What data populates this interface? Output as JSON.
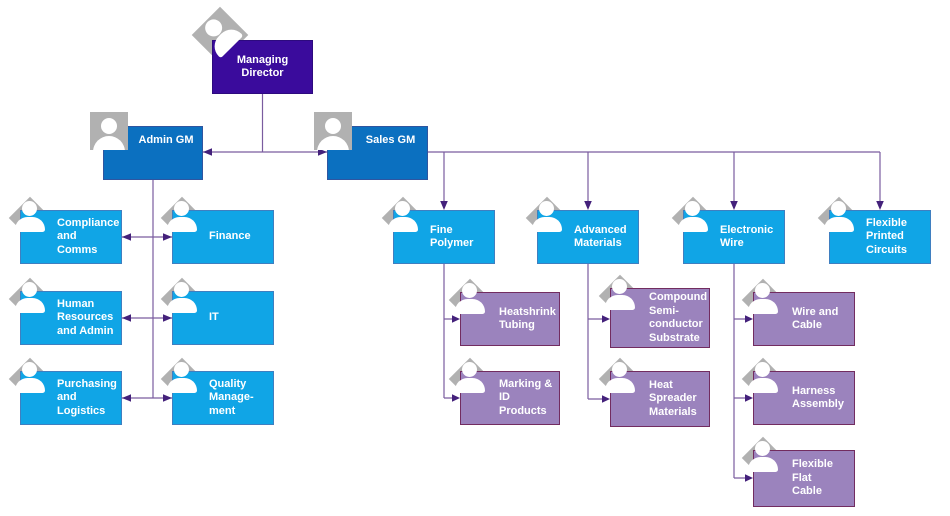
{
  "chart": {
    "type": "org-chart",
    "root": {
      "label": "Managing\nDirector",
      "children": [
        {
          "label": "Admin GM",
          "children": [
            {
              "label": "Compliance\nand\nComms"
            },
            {
              "label": "Finance"
            },
            {
              "label": "Human\nResources\nand Admin"
            },
            {
              "label": "IT"
            },
            {
              "label": "Purchasing\nand\nLogistics"
            },
            {
              "label": "Quality\nManage-\nment"
            }
          ]
        },
        {
          "label": "Sales GM",
          "children": [
            {
              "label": "Fine\nPolymer",
              "children": [
                {
                  "label": "Heatshrink\nTubing"
                },
                {
                  "label": "Marking &\nID Products"
                }
              ]
            },
            {
              "label": "Advanced\nMaterials",
              "children": [
                {
                  "label": "Compound\nSemi-\nconductor\nSubstrate"
                },
                {
                  "label": "Heat\nSpreader\nMaterials"
                }
              ]
            },
            {
              "label": "Electronic\nWire",
              "children": [
                {
                  "label": "Wire and\nCable"
                },
                {
                  "label": "Harness\nAssembly"
                },
                {
                  "label": "Flexible\nFlat\nCable"
                }
              ]
            },
            {
              "label": "Flexible\nPrinted\nCircuits"
            }
          ]
        }
      ]
    }
  },
  "icons": {
    "person": "person-silhouette-badge"
  },
  "colors": {
    "director_fill": "#3a0b9c",
    "director_border": "#2d0a7e",
    "manager_fill": "#0b70c0",
    "manager_border": "#2f55a0",
    "department_fill": "#10a5e6",
    "department_border": "#3f7fc0",
    "product_fill": "#9b83bd",
    "product_border": "#722c60",
    "connector": "#7a5c9f",
    "arrow": "#44217b",
    "icon_gray": "#b1b1b1"
  }
}
